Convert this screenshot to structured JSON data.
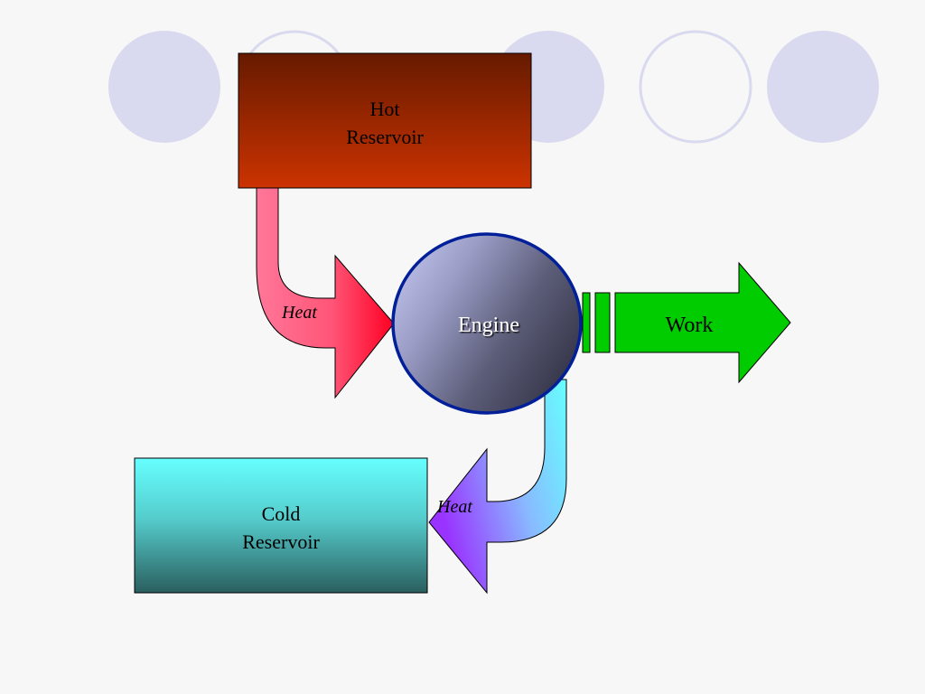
{
  "diagram": {
    "hot_reservoir": {
      "line1": "Hot",
      "line2": "Reservoir"
    },
    "cold_reservoir": {
      "line1": "Cold",
      "line2": "Reservoir"
    },
    "engine": {
      "label": "Engine"
    },
    "work_arrow": {
      "label": "Work"
    },
    "heat_in_arrow": {
      "label": "Heat"
    },
    "heat_out_arrow": {
      "label": "Heat"
    }
  },
  "colors": {
    "background": "#f7f7f7",
    "decor_circle": "#d9d9ef",
    "hot_top": "#661a00",
    "hot_bottom": "#cc3300",
    "cold_top": "#66ffff",
    "cold_bottom": "#2a5e5e",
    "heat_in_start": "#ff7799",
    "heat_in_end": "#ff0022",
    "heat_out_start": "#66ffff",
    "heat_out_end": "#9933ff",
    "work_green": "#00cc00",
    "engine_border": "#001f99"
  }
}
